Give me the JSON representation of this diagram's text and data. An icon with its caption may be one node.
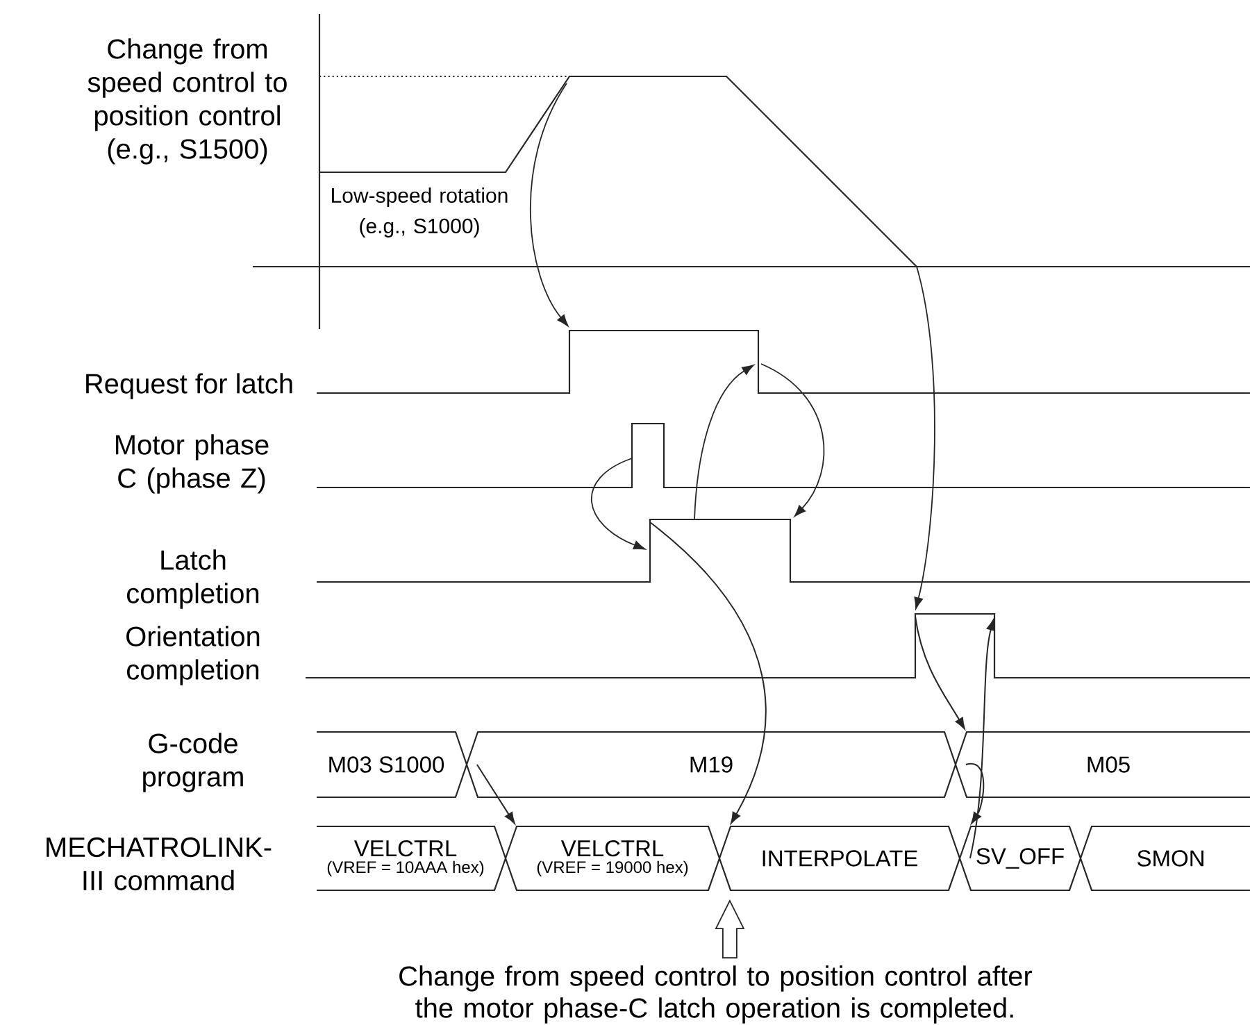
{
  "diagram": {
    "nodes": [
      {
        "text": [
          "M03 S1000"
        ]
      },
      {
        "text": [
          "M19"
        ]
      },
      {
        "text": [
          "M05"
        ]
      },
      {
        "text": [
          "VELCTRL",
          "(VREF = 10AAA hex)"
        ]
      },
      {
        "text": [
          "VELCTRL",
          "(VREF = 19000 hex)"
        ]
      },
      {
        "text": [
          "INTERPOLATE"
        ]
      },
      {
        "text": [
          "SV_OFF"
        ]
      },
      {
        "text": [
          "SMON"
        ]
      },
      {
        "text": [
          "Change from speed control to position control after the motor phase-C latch operation is completed."
        ]
      }
    ],
    "edges": [
      {
        "from": 1,
        "to": 4,
        "arrow": "to"
      },
      {
        "from": null,
        "to": 5,
        "arrow": "to"
      },
      {
        "from": null,
        "to": 2,
        "arrow": "to"
      },
      {
        "from": 2,
        "to": 6,
        "arrow": "to"
      },
      {
        "from": 6,
        "to": null,
        "arrow": "to"
      },
      {
        "from": 8,
        "to": 5,
        "arrow": "to"
      }
    ],
    "labels": [
      "Change from speed control to position control (e.g., S1500)",
      "Low-speed rotation (e.g., S1000)",
      "Request for latch",
      "Motor phase C (phase Z)",
      "Latch completion",
      "Orientation completion",
      "G-code program",
      "MECHATROLINK-III command"
    ]
  }
}
